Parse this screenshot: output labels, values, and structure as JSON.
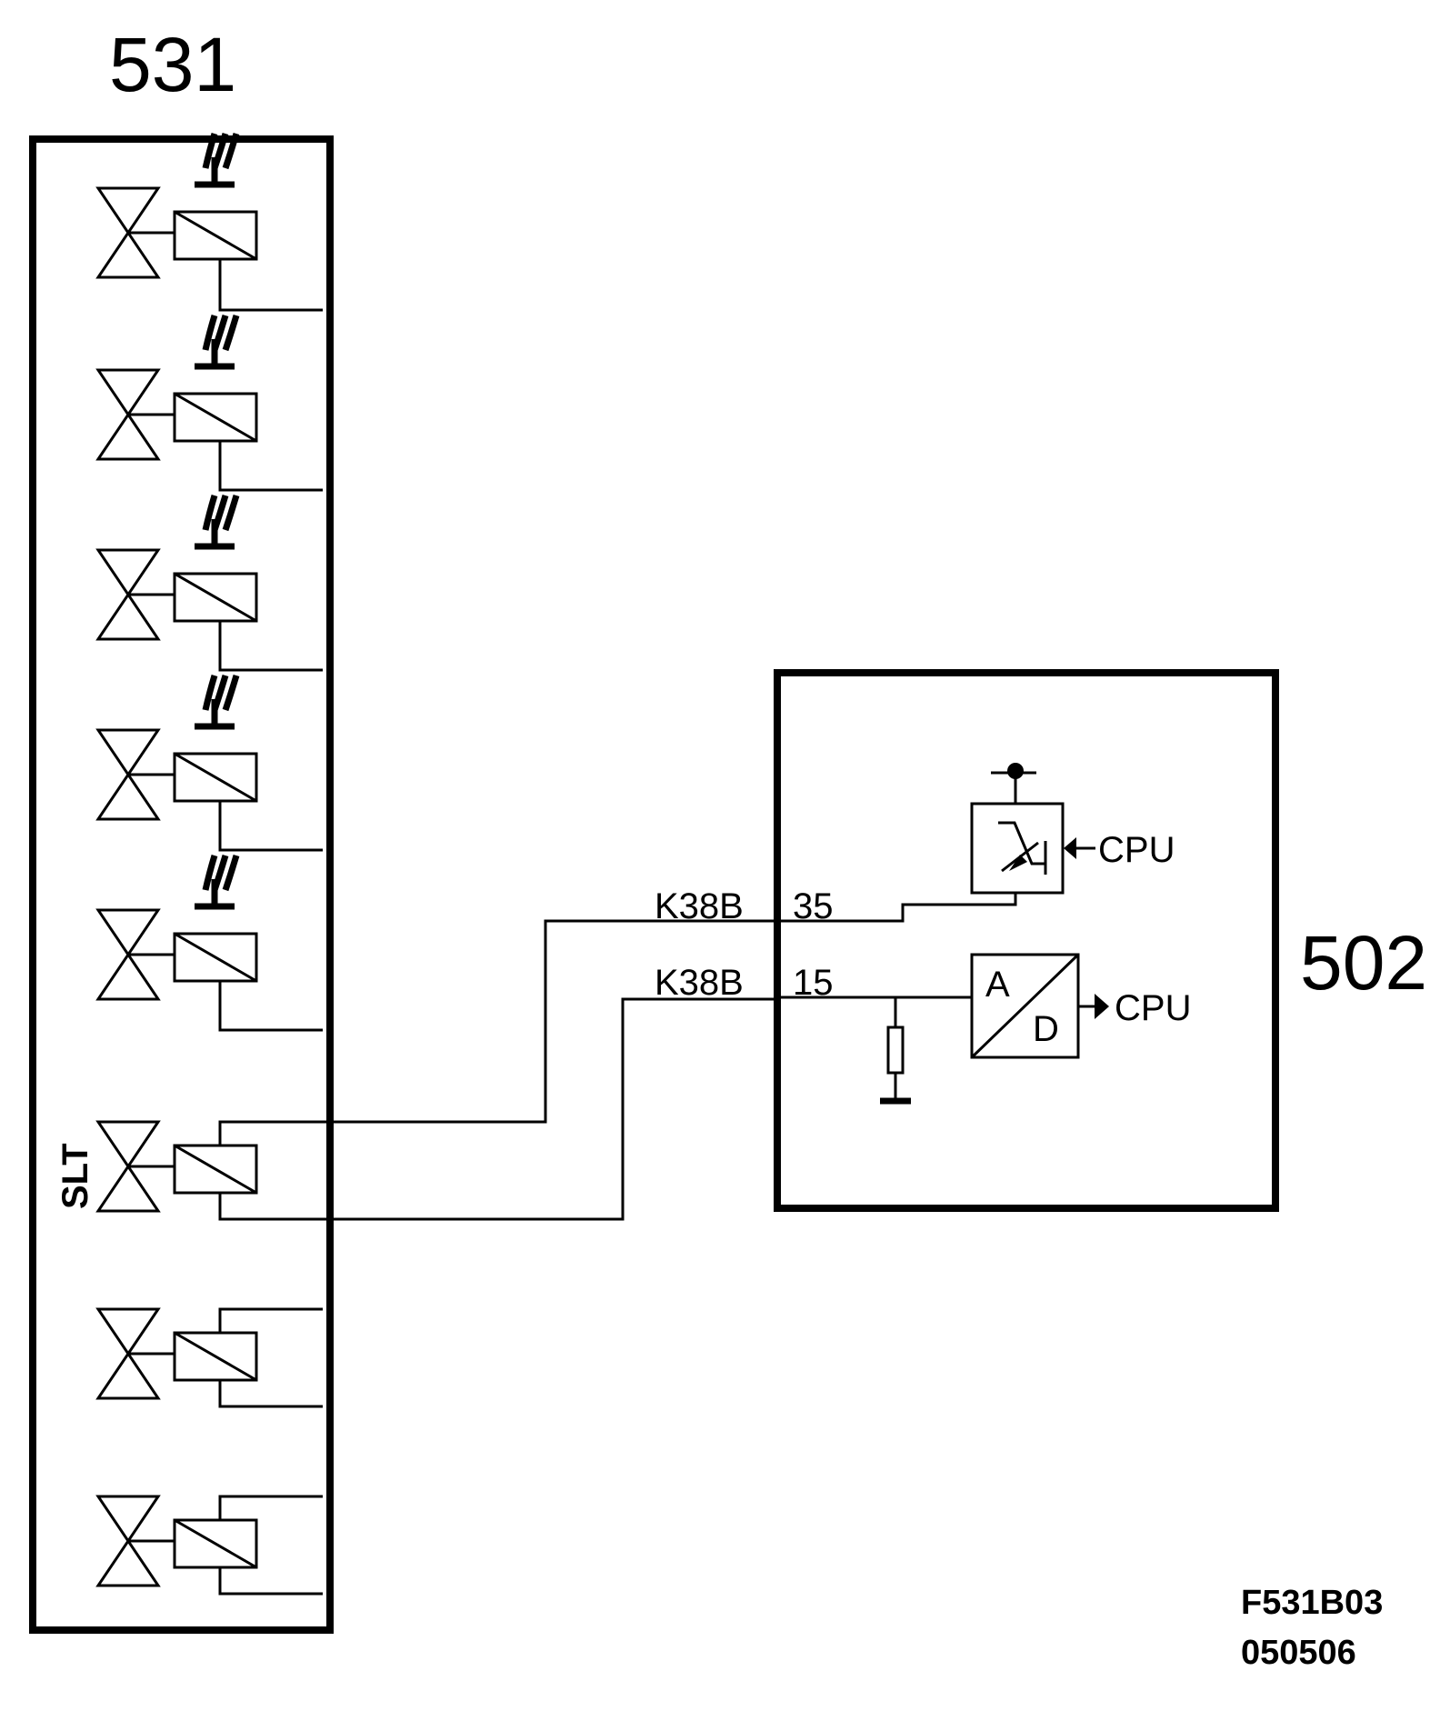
{
  "components": {
    "module_left": {
      "label": "531"
    },
    "module_right": {
      "label": "502"
    }
  },
  "valves": {
    "slt_label": "SLT"
  },
  "wires": {
    "upper": {
      "name": "K38B",
      "pin": "35"
    },
    "lower": {
      "name": "K38B",
      "pin": "15"
    }
  },
  "blocks": {
    "driver": {
      "input_label": "CPU"
    },
    "adc": {
      "letter_top": "A",
      "letter_bottom": "D",
      "output_label": "CPU"
    }
  },
  "footer": {
    "code": "F531B03",
    "date": "050506"
  }
}
